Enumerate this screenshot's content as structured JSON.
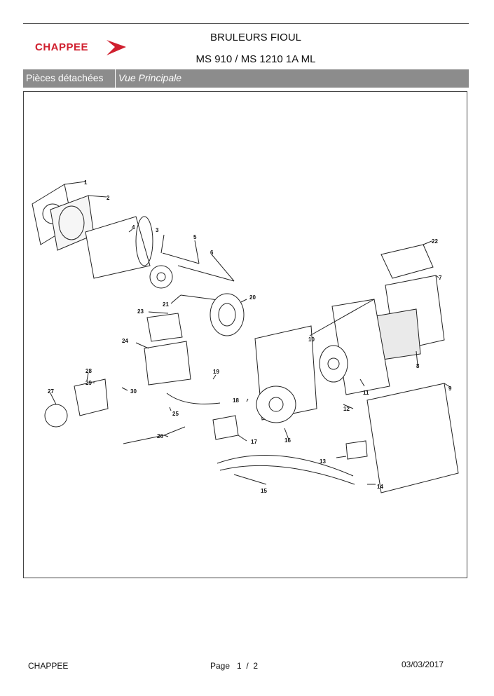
{
  "header": {
    "brand": "CHAPPEE",
    "title": "BRULEURS FIOUL",
    "model": "MS 910 / MS 1210 1A ML"
  },
  "section": {
    "category": "Pièces détachées",
    "view": "Vue Principale"
  },
  "diagram": {
    "callouts": [
      "1",
      "2",
      "3",
      "4",
      "5",
      "6",
      "7",
      "8",
      "9",
      "10",
      "11",
      "12",
      "13",
      "14",
      "15",
      "16",
      "17",
      "18",
      "19",
      "20",
      "21",
      "22",
      "23",
      "24",
      "25",
      "26",
      "27",
      "28",
      "29",
      "30"
    ]
  },
  "footer": {
    "brand": "CHAPPEE",
    "page_label": "Page",
    "page_current": "1",
    "page_separator": "/",
    "page_total": "2",
    "date": "03/03/2017"
  },
  "colors": {
    "brand_red": "#d0202f",
    "band_gray": "#8c8c8c"
  }
}
